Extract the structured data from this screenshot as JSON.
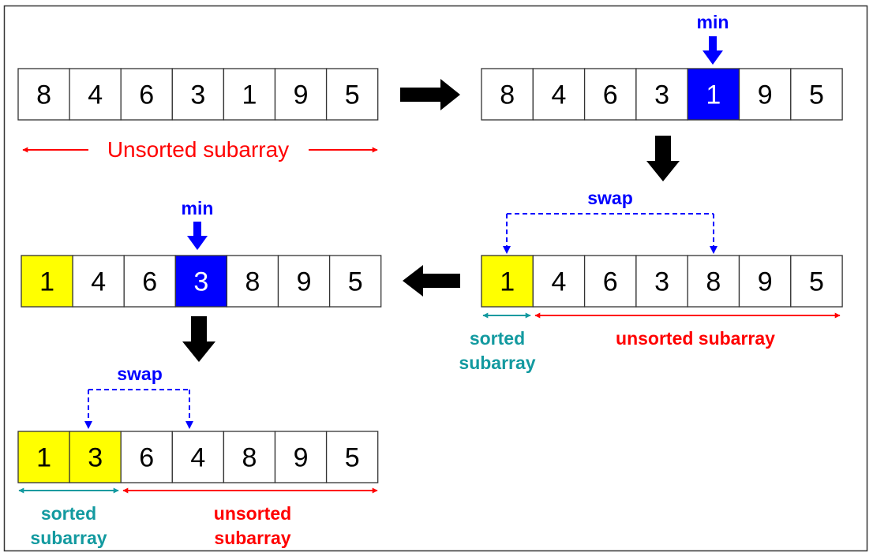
{
  "colors": {
    "highlight_min": "#0000ff",
    "sorted_fill": "#ffff00",
    "unsorted_label": "#ff0000",
    "sorted_label": "#139aa0",
    "swap_line": "#0000ff",
    "arrow": "#000000"
  },
  "steps": [
    {
      "values": [
        8,
        4,
        6,
        3,
        1,
        9,
        5
      ],
      "sorted_count": 0,
      "min_index": null
    },
    {
      "values": [
        8,
        4,
        6,
        3,
        1,
        9,
        5
      ],
      "sorted_count": 0,
      "min_index": 4
    },
    {
      "values": [
        1,
        4,
        6,
        3,
        8,
        9,
        5
      ],
      "sorted_count": 1,
      "min_index": null
    },
    {
      "values": [
        1,
        4,
        6,
        3,
        8,
        9,
        5
      ],
      "sorted_count": 1,
      "min_index": 3
    },
    {
      "values": [
        1,
        3,
        6,
        4,
        8,
        9,
        5
      ],
      "sorted_count": 2,
      "min_index": null
    }
  ],
  "labels": {
    "unsorted_initial": "Unsorted subarray",
    "min": "min",
    "swap": "swap",
    "sorted_line1": "sorted",
    "sorted_line2": "subarray",
    "unsorted_short": "unsorted subarray",
    "unsorted_line1": "unsorted",
    "unsorted_line2": "subarray"
  }
}
